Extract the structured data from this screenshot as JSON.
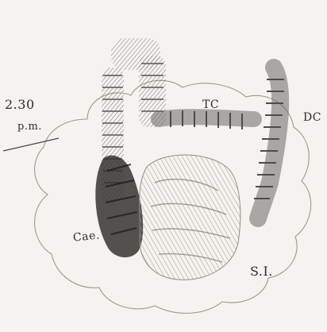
{
  "image": {
    "kind": "pencil sketch",
    "colors": {
      "paper": "#f4f3ef",
      "graphite": "#5b5956",
      "dark_graphite": "#2f2d2b",
      "outline": "#9a9892"
    }
  },
  "annotations": {
    "time_line1": "2.30",
    "time_line2": "p.m.",
    "tc": "TC",
    "dc": "DC",
    "cae": "Cae.",
    "si": "S.I."
  }
}
